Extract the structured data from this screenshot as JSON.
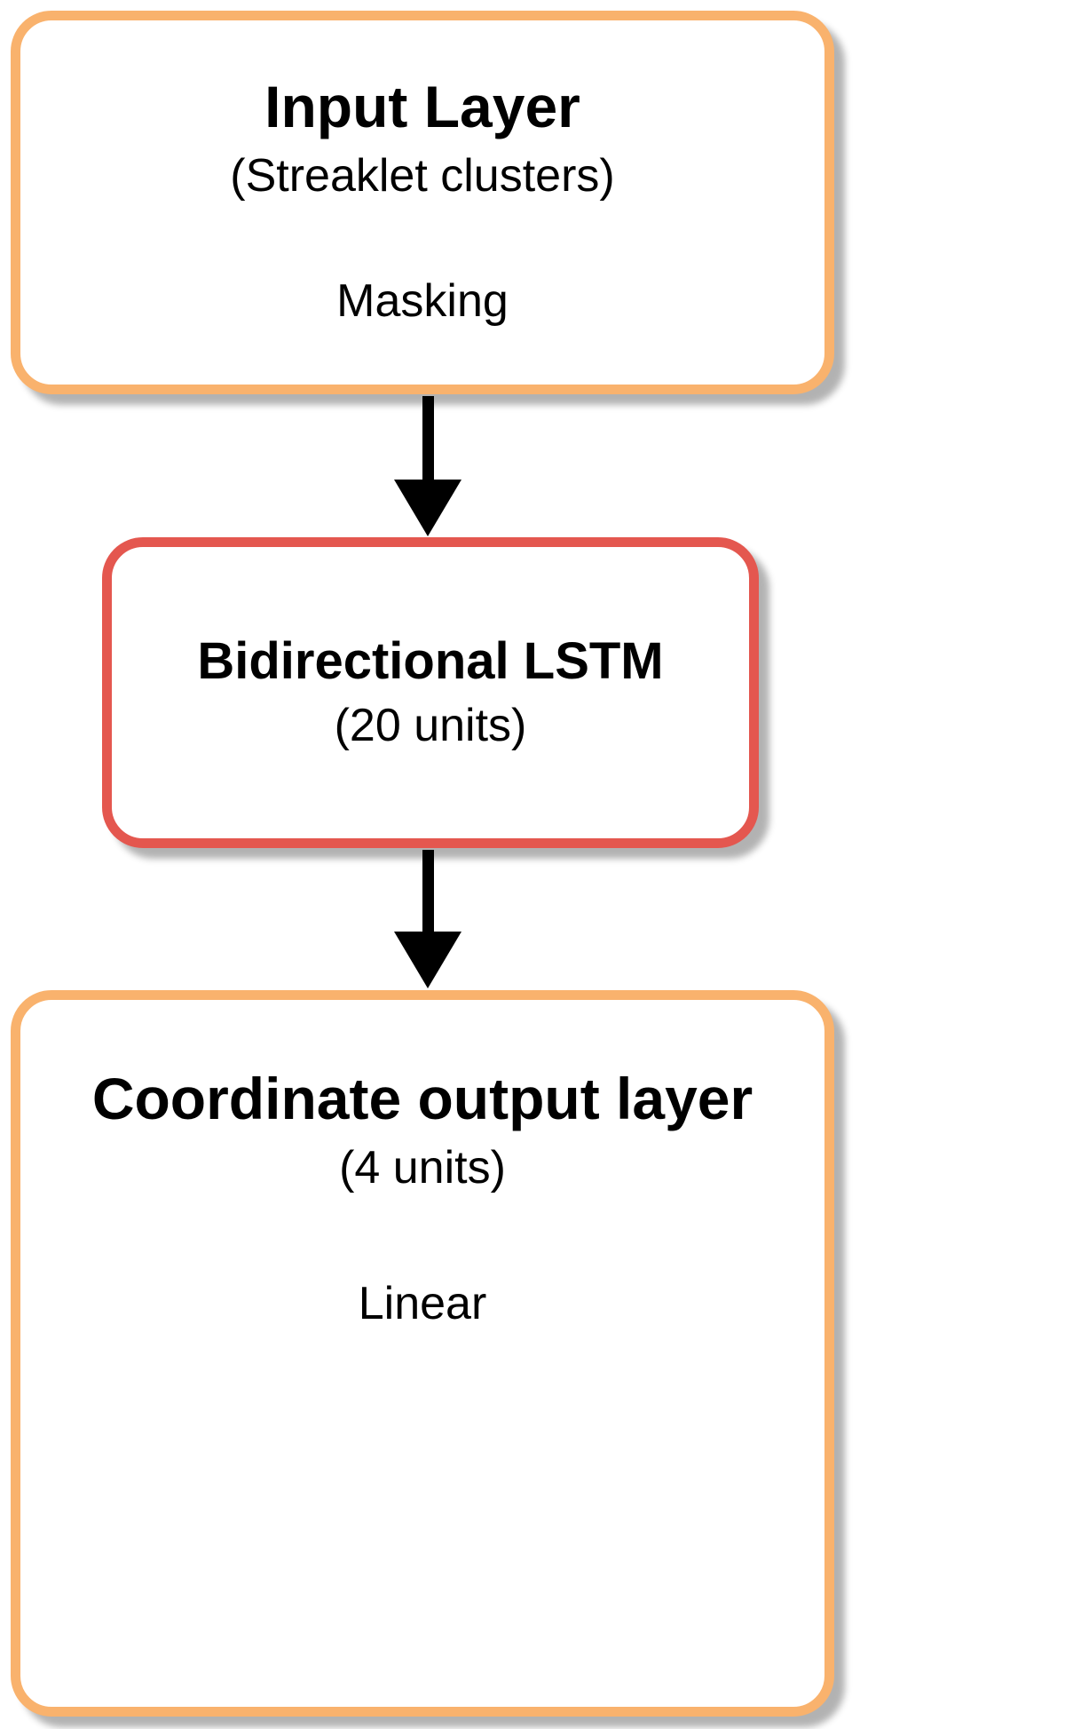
{
  "diagram": {
    "nodes": [
      {
        "id": "input-layer",
        "title": "Input Layer",
        "subtitle": "(Streaklet clusters)",
        "detail": "Masking",
        "border_color": "#F9B26D"
      },
      {
        "id": "bidirectional-lstm",
        "title": "Bidirectional LSTM",
        "subtitle": "(20 units)",
        "border_color": "#E4574F"
      },
      {
        "id": "coordinate-output-layer",
        "title": "Coordinate output layer",
        "subtitle": "(4 units)",
        "detail": "Linear",
        "border_color": "#F9B26D"
      }
    ],
    "connections": [
      {
        "from": "input-layer",
        "to": "bidirectional-lstm"
      },
      {
        "from": "bidirectional-lstm",
        "to": "coordinate-output-layer"
      }
    ],
    "colors": {
      "arrow": "#000000",
      "node_fill": "#ffffff",
      "text": "#000000"
    }
  }
}
